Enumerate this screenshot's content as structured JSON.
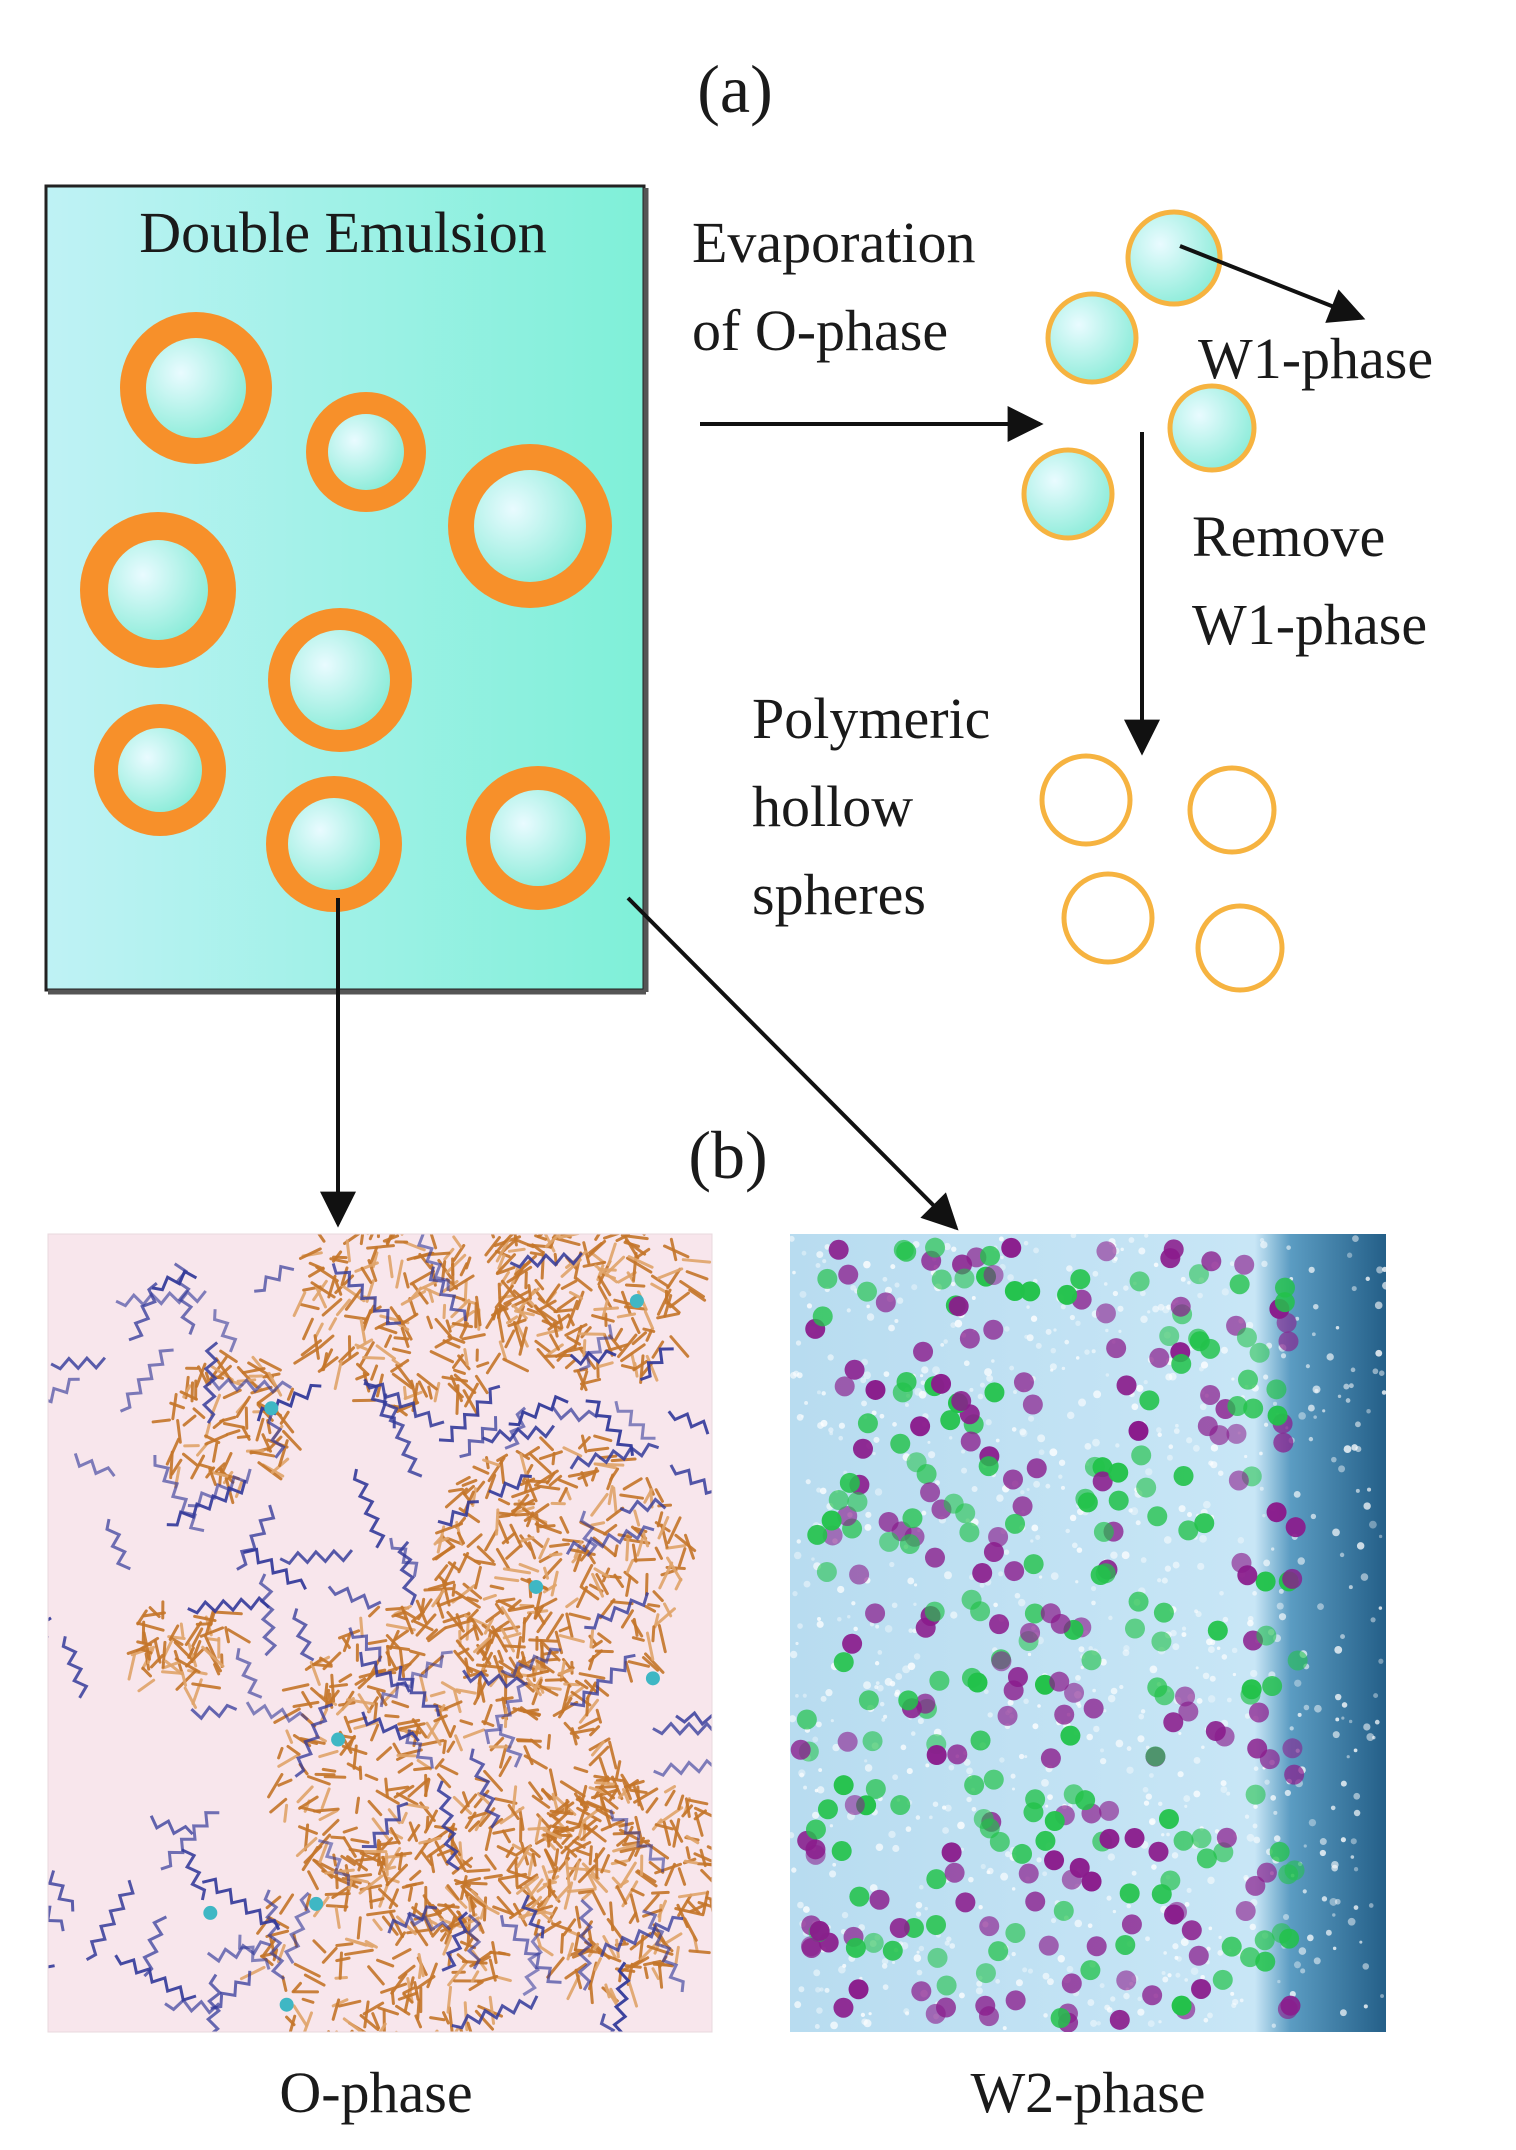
{
  "panel_a": {
    "label": "(a)",
    "box_title": "Double Emulsion",
    "step1_line1": "Evaporation",
    "step1_line2": "of O-phase",
    "w1_label": "W1-phase",
    "step2_line1": "Remove",
    "step2_line2": "W1-phase",
    "product_line1": "Polymeric",
    "product_line2": "hollow",
    "product_line3": "spheres"
  },
  "panel_b": {
    "label": "(b)",
    "left_caption": "O-phase",
    "right_caption": "W2-phase"
  },
  "colors": {
    "shell_orange": "#f7902a",
    "core_cyan": "#8ff0df",
    "box_cyan": "#8ff0df",
    "hollow_ring": "#f6b340",
    "o_phase_bg": "#f8e6ec",
    "o_phase_polymer": "#c5762a",
    "o_phase_surfactant": "#333a9a",
    "w2_bg": "#bfe3f5",
    "w2_boundary": "#2e6f96",
    "ion_green": "#22c24a",
    "ion_purple": "#8a1c8c"
  }
}
